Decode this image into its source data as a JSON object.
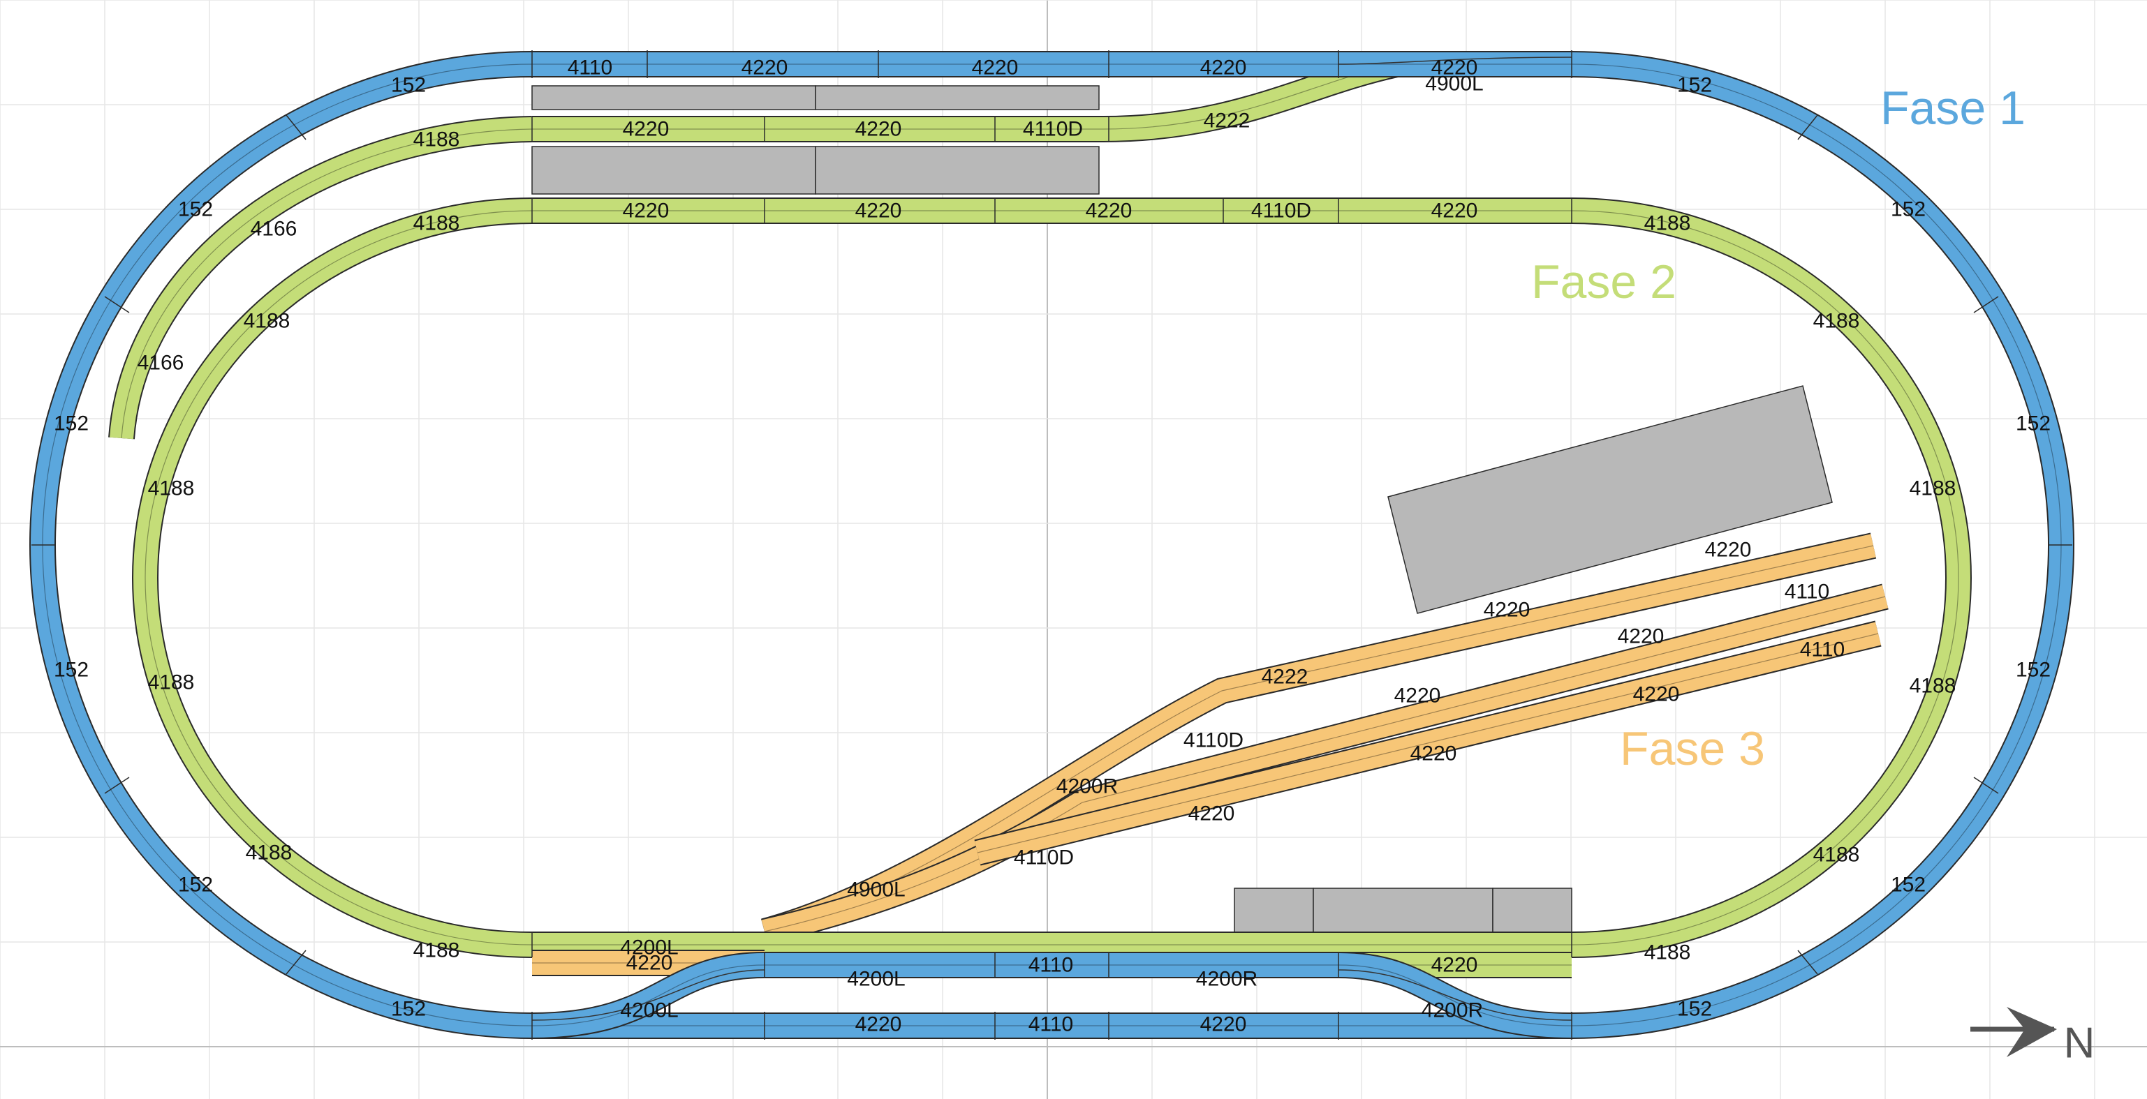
{
  "colors": {
    "phase1": "#5ba7dd",
    "phase2": "#c4dd78",
    "phase3": "#f7c677",
    "building": "#b8b8b8",
    "grid": "#e6e6e6",
    "axis": "#bdbdbd",
    "outline": "#2a2a2a"
  },
  "legend": {
    "phase1": "Fase 1",
    "phase2": "Fase 2",
    "phase3": "Fase 3"
  },
  "compass": {
    "label": "N",
    "icon": "north-arrow-icon"
  },
  "track_labels": {
    "phase1": [
      "4110",
      "4220",
      "4220",
      "4220",
      "152",
      "152",
      "152",
      "152",
      "152",
      "152",
      "152",
      "152",
      "152",
      "152",
      "152",
      "152",
      "4200L",
      "4220",
      "4110",
      "4220",
      "4200R",
      "4200L",
      "4110",
      "4200R"
    ],
    "phase2": [
      "4220",
      "4900L",
      "4188",
      "4220",
      "4220",
      "4110D",
      "4222",
      "4188",
      "4220",
      "4220",
      "4220",
      "4110D",
      "4220",
      "4188",
      "4166",
      "4166",
      "4188",
      "4188",
      "4188",
      "4188",
      "4188",
      "4188",
      "4188",
      "4188",
      "4188",
      "4188",
      "4220"
    ],
    "phase3": [
      "4200L",
      "4220",
      "4900L",
      "4200R",
      "4110D",
      "4222",
      "4220",
      "4220",
      "4110D",
      "4220",
      "4220",
      "4220",
      "4110",
      "4220",
      "4220",
      "4110"
    ]
  }
}
